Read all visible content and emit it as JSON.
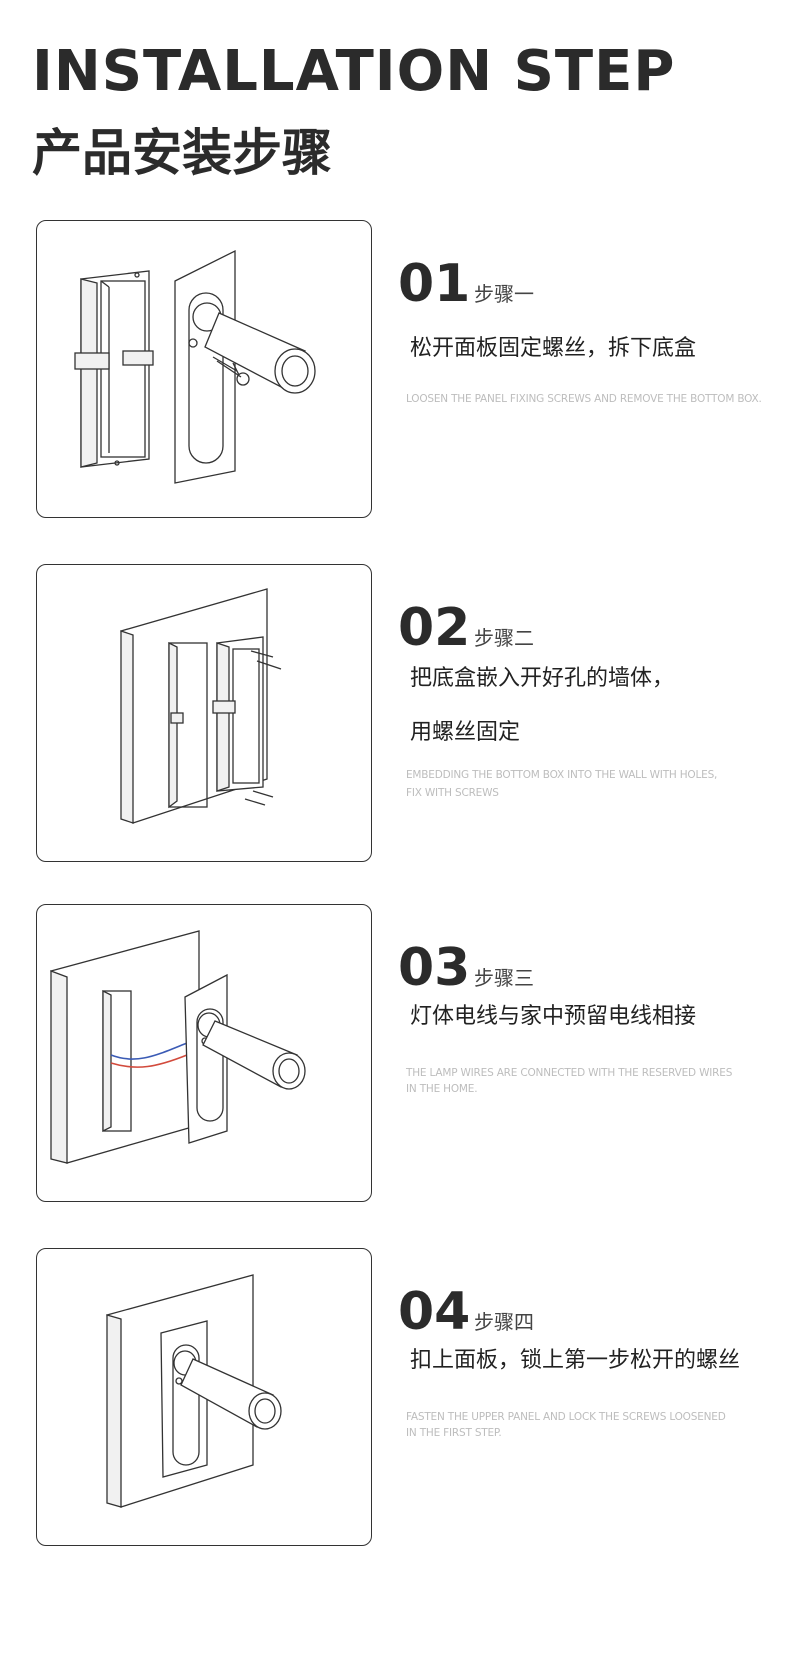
{
  "header": {
    "title_en": "INSTALLATION STEP",
    "title_cn": "产品安装步骤"
  },
  "steps": [
    {
      "number": "01",
      "label": "步骤一",
      "desc_lines": [
        "松开面板固定螺丝，拆下底盒"
      ],
      "en_lines": [
        "LOOSEN THE PANEL FIXING SCREWS AND REMOVE THE BOTTOM BOX."
      ]
    },
    {
      "number": "02",
      "label": "步骤二",
      "desc_lines": [
        "把底盒嵌入开好孔的墙体，",
        "用螺丝固定"
      ],
      "en_lines": [
        "EMBEDDING THE BOTTOM BOX INTO THE WALL WITH HOLES,",
        "FIX WITH SCREWS"
      ]
    },
    {
      "number": "03",
      "label": "步骤三",
      "desc_lines": [
        "灯体电线与家中预留电线相接"
      ],
      "en_lines": [
        "THE LAMP WIRES ARE CONNECTED WITH THE RESERVED WIRES",
        " IN THE HOME."
      ]
    },
    {
      "number": "04",
      "label": "步骤四",
      "desc_lines": [
        "扣上面板，锁上第一步松开的螺丝"
      ],
      "en_lines": [
        "FASTEN THE UPPER PANEL AND LOCK THE SCREWS LOOSENED",
        "IN THE FIRST STEP."
      ]
    }
  ],
  "colors": {
    "text_dark": "#2b2b2b",
    "text_light": "#bdbdbd",
    "frame_border": "#333333",
    "wire_red": "#d24a3c",
    "wire_blue": "#3b5bb5"
  },
  "illustrations": [
    "box-and-lamp-panel",
    "box-into-wall",
    "wire-connection",
    "panel-mounted"
  ]
}
